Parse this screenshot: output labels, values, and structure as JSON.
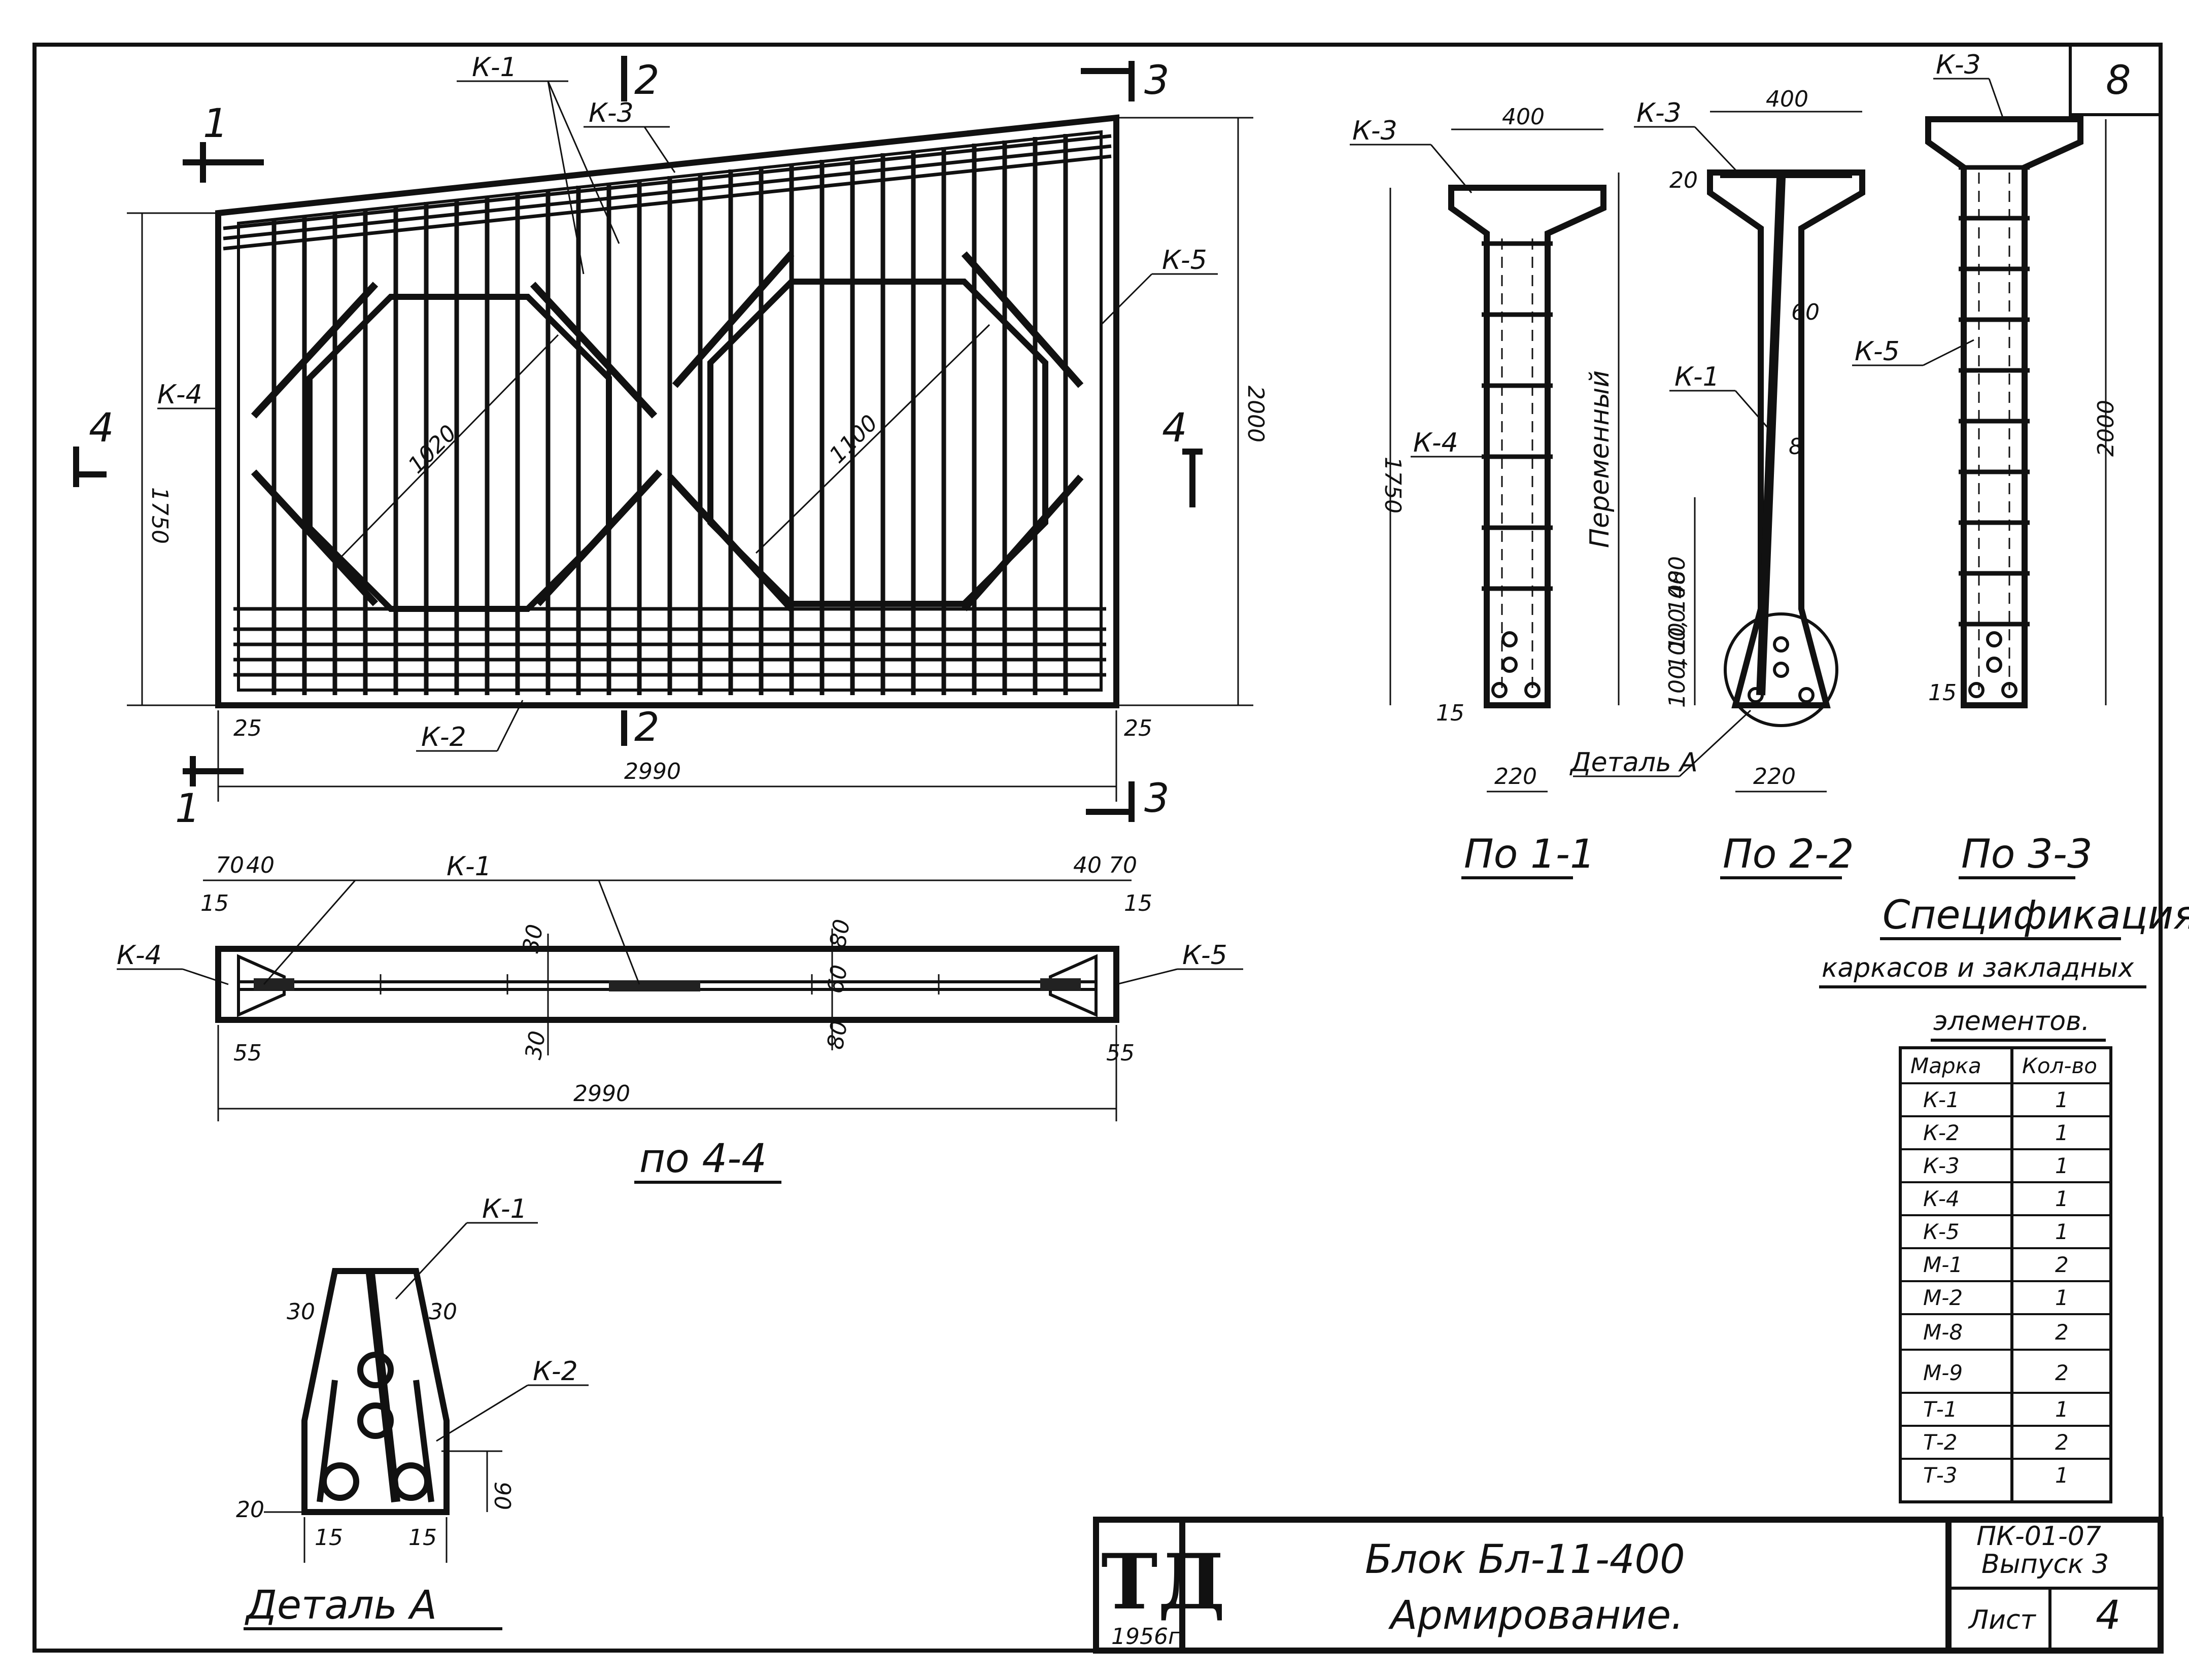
{
  "sheet_number_top": "8",
  "main_view": {
    "labels": {
      "k1": "К-1",
      "k2": "К-2",
      "k3": "К-3",
      "k4": "К-4",
      "k5": "К-5"
    },
    "section_marks": {
      "s1": "1",
      "s2": "2",
      "s3": "3",
      "s4": "4"
    },
    "dims": {
      "diag_left": "1020",
      "diag_right": "1100",
      "height_left": "1750",
      "height_right": "2000",
      "length": "2990",
      "edge_left": "25",
      "edge_right": "25"
    }
  },
  "plan_view": {
    "title": "по 4-4",
    "labels": {
      "k1": "К-1",
      "k4": "К-4",
      "k5": "К-5"
    },
    "dims": {
      "top_left_70": "70",
      "top_left_40": "40",
      "top_right_40": "40",
      "top_right_70": "70",
      "left_15": "15",
      "right_15": "15",
      "d30_top": "30",
      "d30_bot": "30",
      "d80_top": "80",
      "d60": "60",
      "d80_bot": "80",
      "left_55": "55",
      "right_55": "55",
      "length": "2990"
    }
  },
  "section_1": {
    "title": "По 1-1",
    "labels": {
      "k3": "К-3",
      "k4": "К-4"
    },
    "dims": {
      "width_top": "400",
      "height": "1750",
      "bottom_15": "15",
      "width_bottom": "220"
    }
  },
  "section_2": {
    "title": "По 2-2",
    "labels": {
      "k3": "К-3",
      "k1": "К-1",
      "variable": "Переменный",
      "detail": "Деталь А"
    },
    "dims": {
      "width_top": "400",
      "top_20": "20",
      "web_60": "60",
      "d480": "480",
      "d100_100": "100, 100",
      "d100_100b": "100, 100",
      "width_bottom": "220",
      "bar": "8"
    }
  },
  "section_3": {
    "title": "По 3-3",
    "labels": {
      "k3": "К-3",
      "k5": "К-5"
    },
    "dims": {
      "height": "2000",
      "bottom_15": "15"
    }
  },
  "detail_a": {
    "title": "Деталь А",
    "labels": {
      "k1": "К-1",
      "k2": "К-2"
    },
    "dims": {
      "left_30": "30",
      "right_30": "30",
      "d90": "90",
      "d20": "20",
      "left_15": "15",
      "right_15": "15"
    }
  },
  "spec": {
    "title_1": "Спецификация",
    "title_2": "каркасов и закладных",
    "title_3": "элементов.",
    "headers": [
      "Марка",
      "Кол-во"
    ],
    "rows": [
      [
        "К-1",
        "1"
      ],
      [
        "К-2",
        "1"
      ],
      [
        "К-3",
        "1"
      ],
      [
        "К-4",
        "1"
      ],
      [
        "К-5",
        "1"
      ],
      [
        "М-1",
        "2"
      ],
      [
        "М-2",
        "1"
      ],
      [
        "М-8",
        "2"
      ],
      [
        "М-9",
        "2"
      ],
      [
        "Т-1",
        "1"
      ],
      [
        "Т-2",
        "2"
      ],
      [
        "Т-3",
        "1"
      ]
    ]
  },
  "title_block": {
    "logo": "ТД",
    "year": "1956г.",
    "name_1": "Блок Бл-11-400",
    "name_2": "Армирование.",
    "series_1": "ПК-01-07",
    "series_2": "Выпуск 3",
    "sheet_label": "Лист",
    "sheet_number": "4"
  }
}
